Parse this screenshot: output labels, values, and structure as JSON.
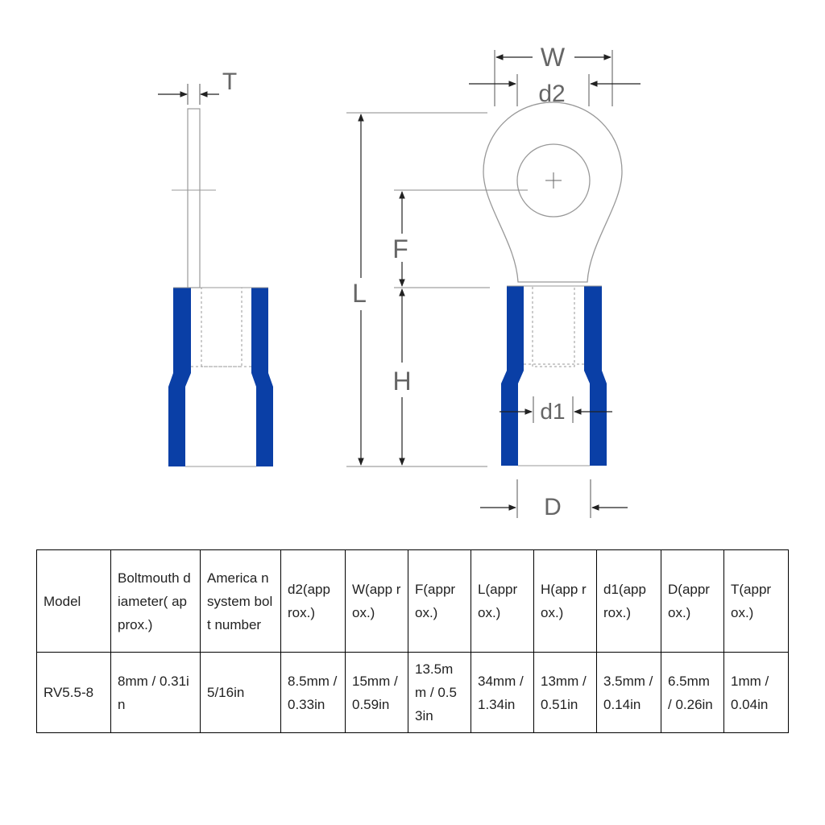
{
  "diagram": {
    "colors": {
      "insulation": "#0a3fa6",
      "metal": "#ffffff",
      "line": "#999999",
      "label": "#666666"
    },
    "labels": {
      "t": "T",
      "w": "W",
      "d2": "d2",
      "f": "F",
      "l": "L",
      "h": "H",
      "d1": "d1",
      "d": "D"
    }
  },
  "table": {
    "headers": [
      "Model",
      "Boltmouth diameter( approx.)",
      "America n system bolt number",
      "d2(app rox.)",
      "W(app rox.)",
      "F(appr ox.)",
      "L(appr ox.)",
      "H(app rox.)",
      "d1(app rox.)",
      "D(appr ox.)",
      "T(appr ox.)"
    ],
    "rows": [
      [
        "RV5.5-8",
        "8mm / 0.31in",
        "5/16in",
        "8.5mm / 0.33in",
        "15mm / 0.59in",
        "13.5mm / 0.53in",
        "34mm / 1.34in",
        "13mm / 0.51in",
        "3.5mm / 0.14in",
        "6.5mm / 0.26in",
        "1mm / 0.04in"
      ]
    ]
  }
}
